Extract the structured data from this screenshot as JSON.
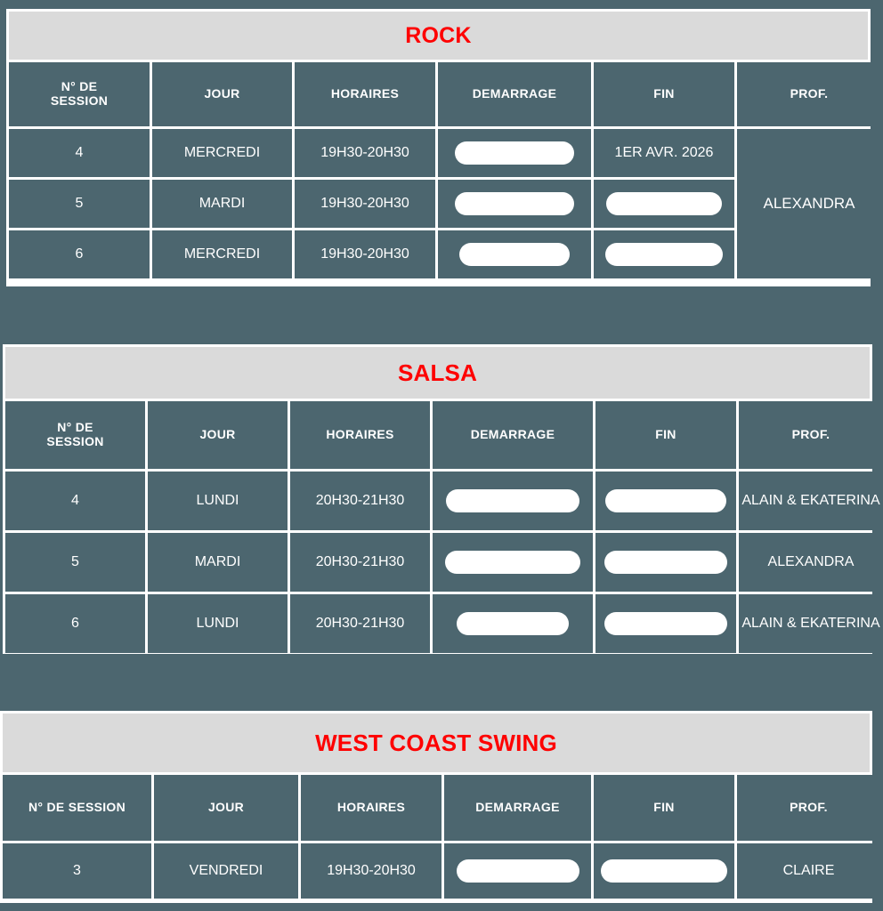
{
  "columns": [
    "N° DE SESSION",
    "JOUR",
    "HORAIRES",
    "DEMARRAGE",
    "FIN",
    "PROF."
  ],
  "colors": {
    "background": "#4c666f",
    "cell": "#4c666f",
    "title_band": "#dadada",
    "title_text": "#fe0000",
    "cell_text": "#ffffff",
    "grid_line": "#ffffff",
    "redaction": "#ffffff"
  },
  "tables": [
    {
      "title": "ROCK",
      "headers": [
        "N° DE SESSION",
        "JOUR",
        "HORAIRES",
        "DEMARRAGE",
        "FIN",
        "PROF."
      ],
      "header_line1": "N° DE",
      "header_line2": "SESSION",
      "rows": [
        {
          "session": "4",
          "jour": "MERCREDI",
          "horaires": "19H30-20H30",
          "demarrage": "",
          "demarrage_redacted": true,
          "fin": "1ER AVR. 2026",
          "fin_redacted": false
        },
        {
          "session": "5",
          "jour": "MARDI",
          "horaires": "19H30-20H30",
          "demarrage": "",
          "demarrage_redacted": true,
          "fin": "",
          "fin_redacted": true
        },
        {
          "session": "6",
          "jour": "MERCREDI",
          "horaires": "19H30-20H30",
          "demarrage": "",
          "demarrage_redacted": true,
          "fin": "",
          "fin_redacted": true
        }
      ],
      "prof_merged": "ALEXANDRA"
    },
    {
      "title": "SALSA",
      "headers": [
        "N° DE SESSION",
        "JOUR",
        "HORAIRES",
        "DEMARRAGE",
        "FIN",
        "PROF."
      ],
      "header_line1": "N° DE",
      "header_line2": "SESSION",
      "rows": [
        {
          "session": "4",
          "jour": "LUNDI",
          "horaires": "20H30-21H30",
          "demarrage": "",
          "demarrage_redacted": true,
          "fin": "",
          "fin_redacted": true,
          "prof": "ALAIN & EKATERINA"
        },
        {
          "session": "5",
          "jour": "MARDI",
          "horaires": "20H30-21H30",
          "demarrage": "",
          "demarrage_redacted": true,
          "fin": "",
          "fin_redacted": true,
          "prof": "ALEXANDRA"
        },
        {
          "session": "6",
          "jour": "LUNDI",
          "horaires": "20H30-21H30",
          "demarrage": "",
          "demarrage_redacted": true,
          "fin": "",
          "fin_redacted": true,
          "prof": "ALAIN & EKATERINA"
        }
      ]
    },
    {
      "title": "WEST COAST SWING",
      "headers": [
        "N° DE SESSION",
        "JOUR",
        "HORAIRES",
        "DEMARRAGE",
        "FIN",
        "PROF."
      ],
      "rows": [
        {
          "session": "3",
          "jour": "VENDREDI",
          "horaires": "19H30-20H30",
          "demarrage": "",
          "demarrage_redacted": true,
          "fin": "",
          "fin_redacted": true,
          "prof": "CLAIRE"
        }
      ]
    }
  ]
}
